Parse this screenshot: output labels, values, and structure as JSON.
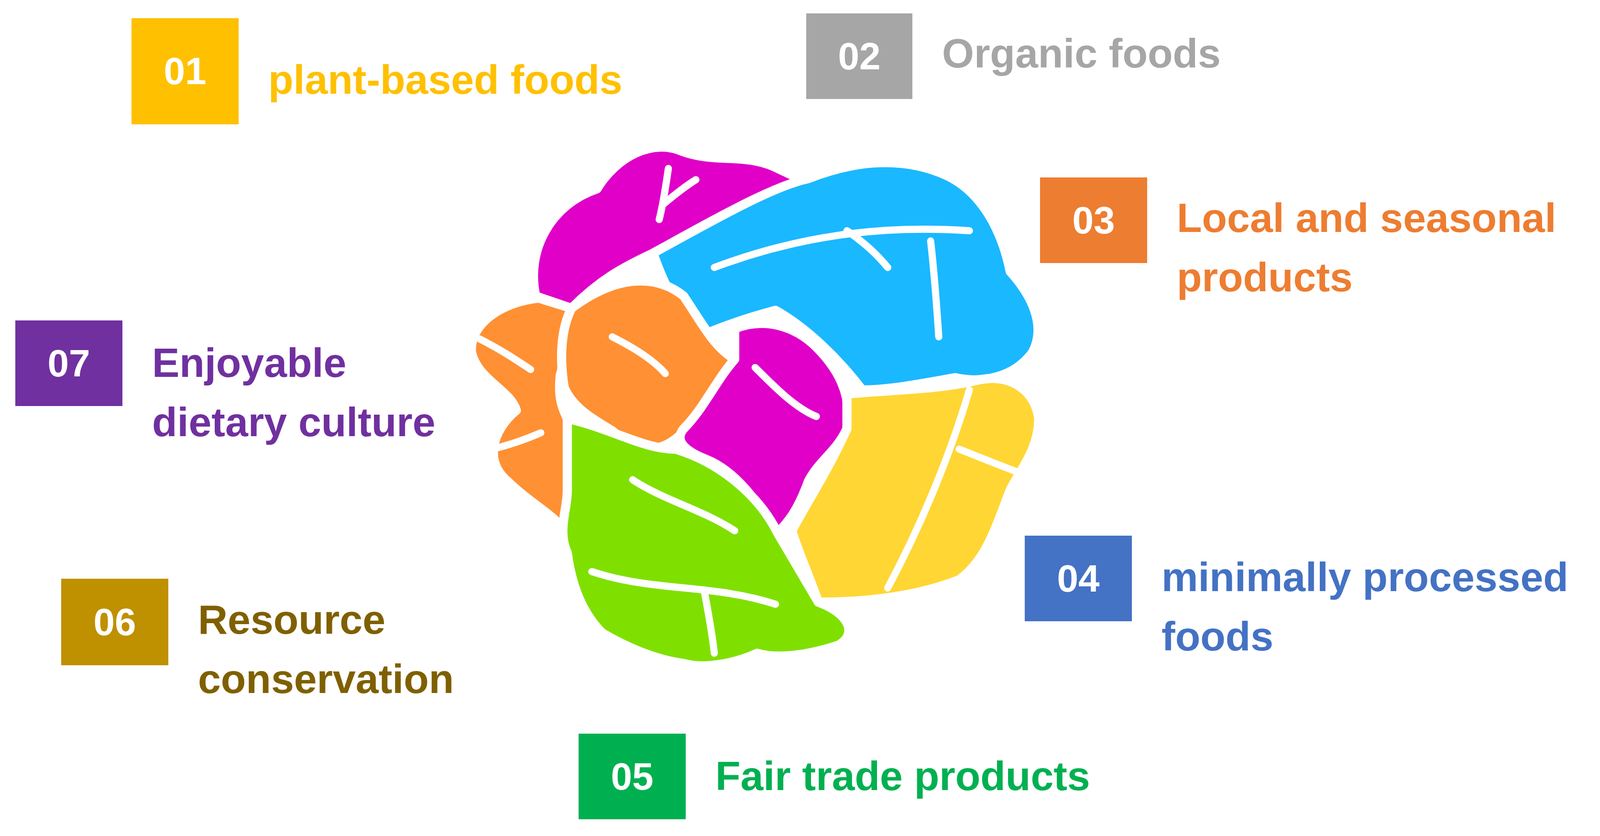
{
  "diagram": {
    "nodes": [
      {
        "text": [
          "01",
          "plant-based foods"
        ]
      },
      {
        "text": [
          "02",
          "Organic foods"
        ]
      },
      {
        "text": [
          "03",
          "Local and seasonal products"
        ]
      },
      {
        "text": [
          "04",
          "minimally processed foods"
        ]
      },
      {
        "text": [
          "05",
          "Fair trade products"
        ]
      },
      {
        "text": [
          "06",
          "Resource conservation"
        ]
      },
      {
        "text": [
          "07",
          "Enjoyable dietary culture"
        ]
      }
    ]
  }
}
